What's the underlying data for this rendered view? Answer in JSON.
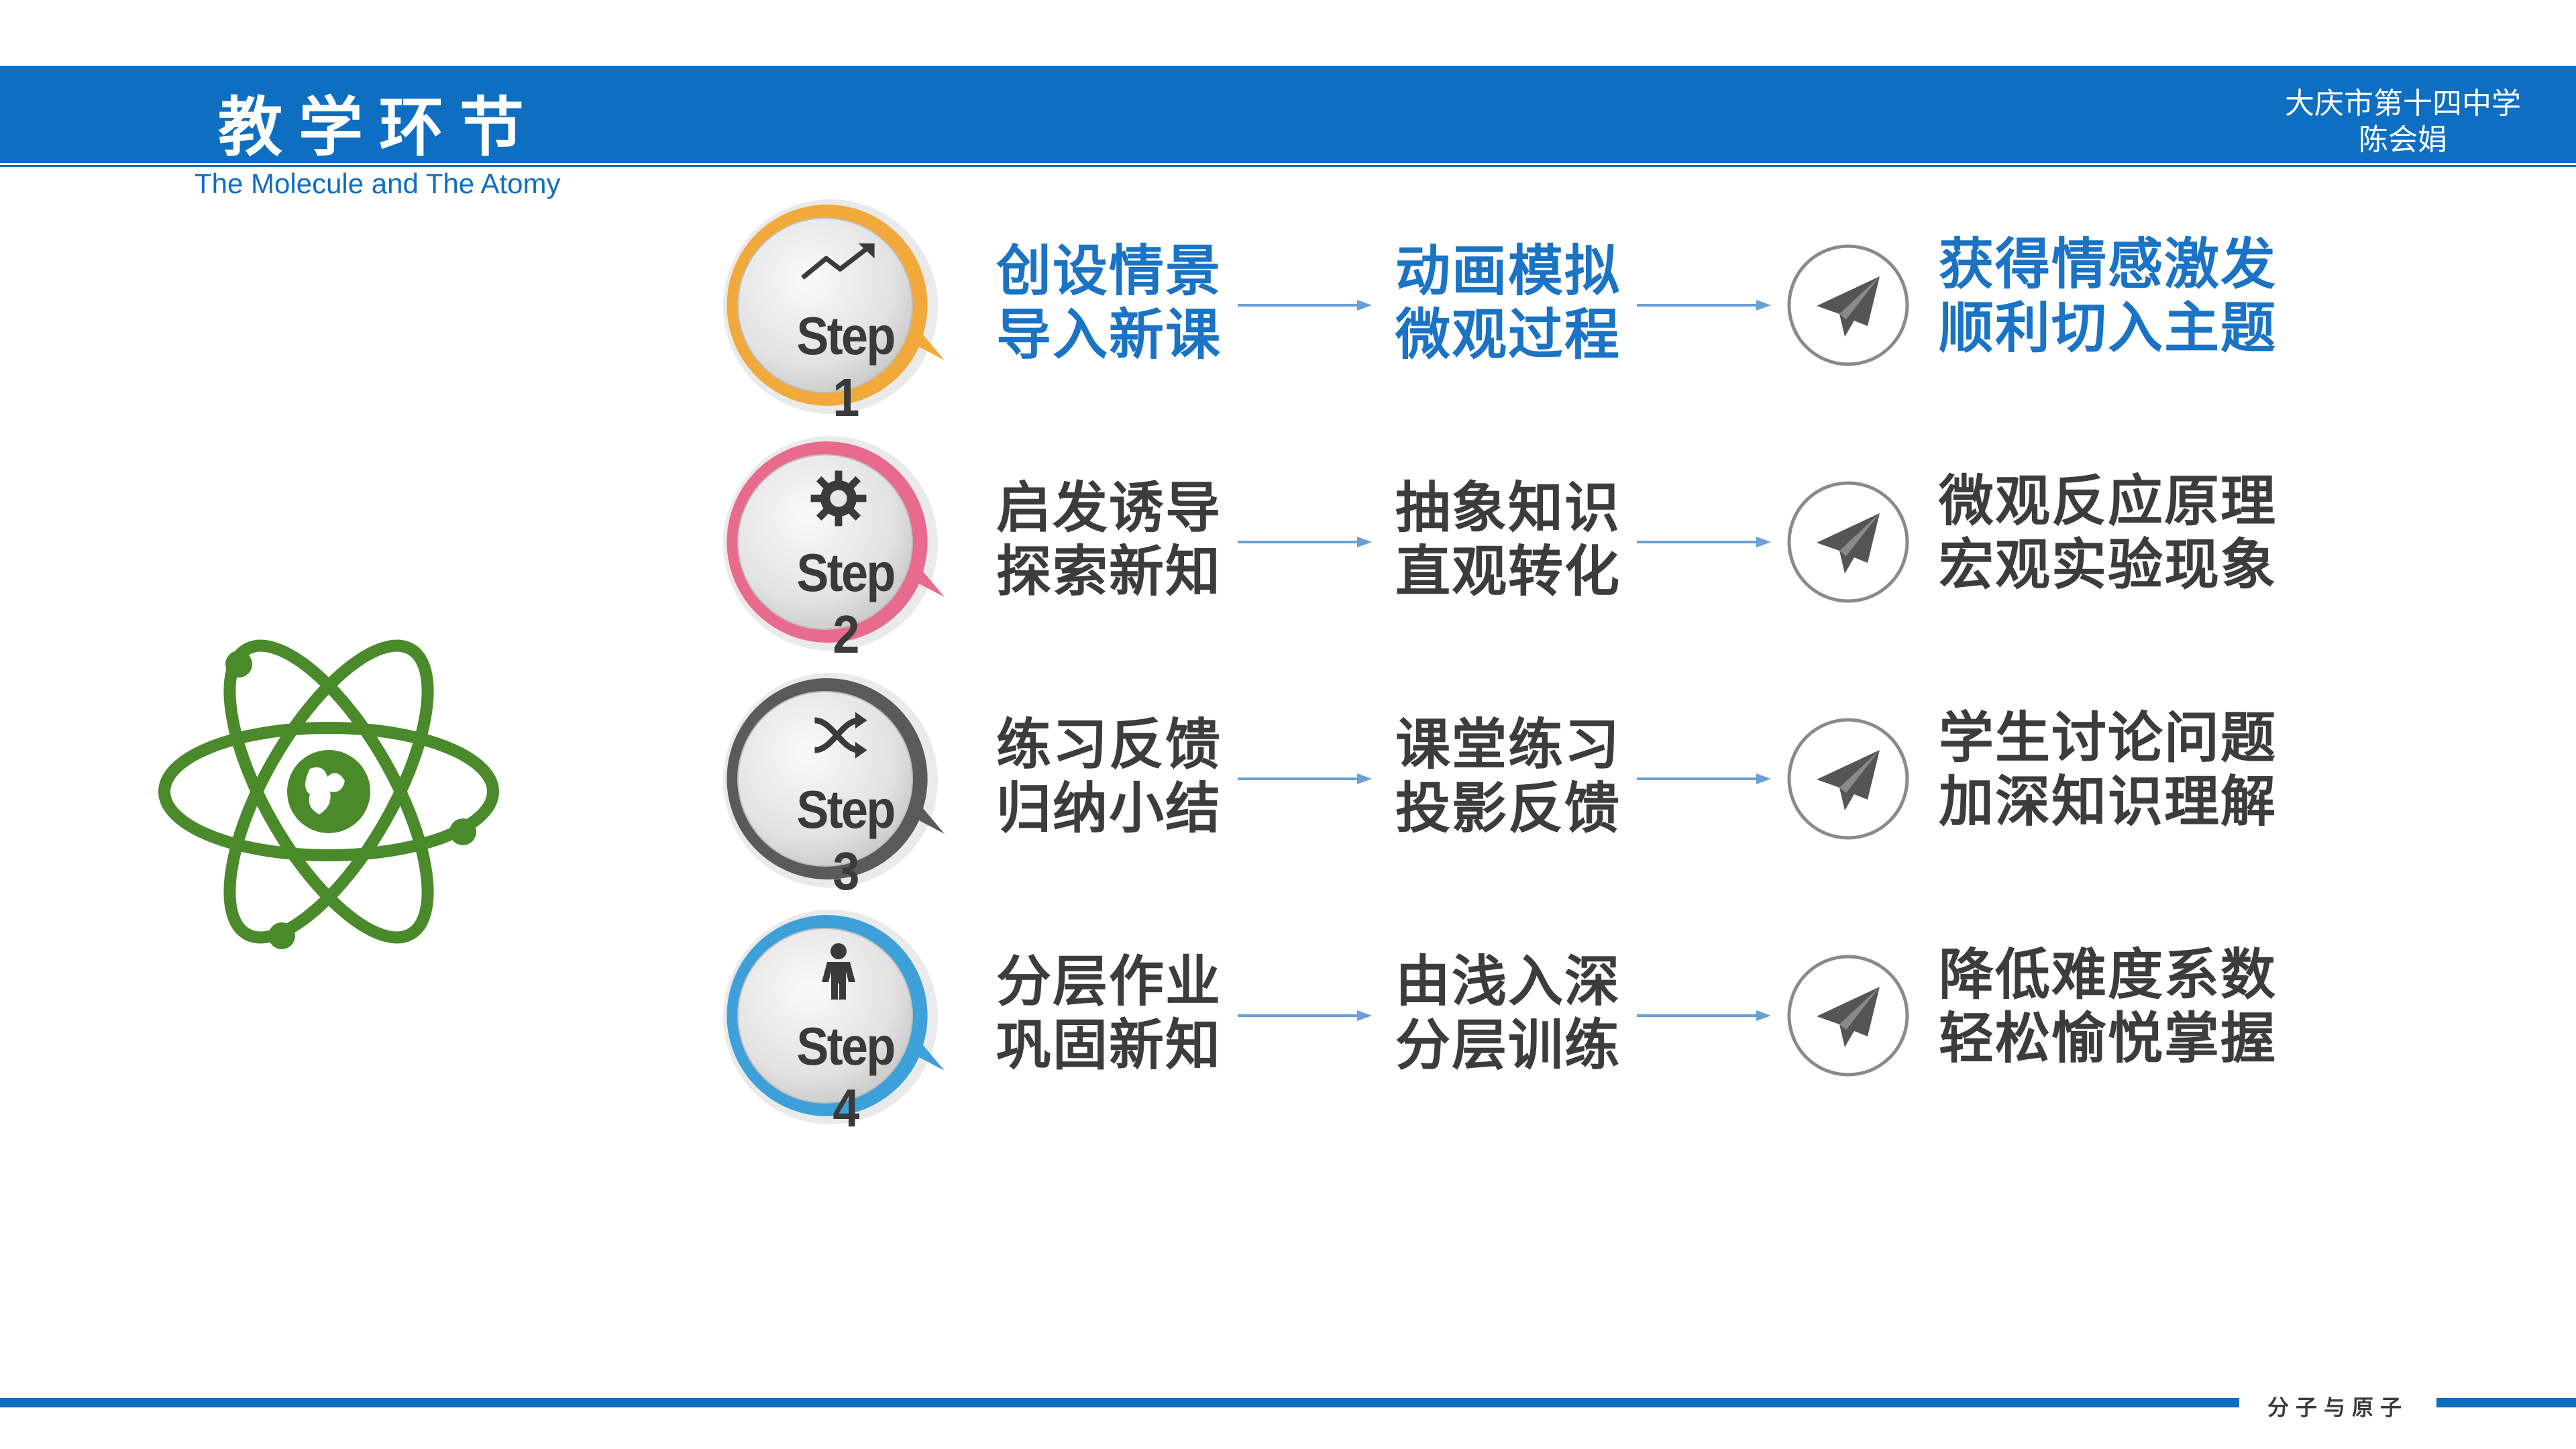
{
  "header": {
    "title": "教学环节",
    "subtitle": "The Molecule and The Atomy",
    "school": "大庆市第十四中学",
    "teacher": "陈会娟"
  },
  "colors": {
    "brand_blue": "#0e6ec2",
    "step1": "#f2a93b",
    "step2": "#e86a8d",
    "step3": "#5a5a5a",
    "step4": "#3ea0d8",
    "atom_green": "#4a8a2a",
    "text_dark": "#3c3c3c",
    "text_blue": "#1a73c4"
  },
  "steps": [
    {
      "label": "Step 1",
      "icon": "trend-arrow-icon",
      "col1": [
        "创设情景",
        "导入新课"
      ],
      "col2": [
        "动画模拟",
        "微观过程"
      ],
      "col3": [
        "获得情感激发",
        "顺利切入主题"
      ]
    },
    {
      "label": "Step 2",
      "icon": "gear-icon",
      "col1": [
        "启发诱导",
        "探索新知"
      ],
      "col2": [
        "抽象知识",
        "直观转化"
      ],
      "col3": [
        "微观反应原理",
        "宏观实验现象"
      ]
    },
    {
      "label": "Step 3",
      "icon": "shuffle-icon",
      "col1": [
        "练习反馈",
        "归纳小结"
      ],
      "col2": [
        "课堂练习",
        "投影反馈"
      ],
      "col3": [
        "学生讨论问题",
        "加深知识理解"
      ]
    },
    {
      "label": "Step 4",
      "icon": "person-icon",
      "col1": [
        "分层作业",
        "巩固新知"
      ],
      "col2": [
        "由浅入深",
        "分层训练"
      ],
      "col3": [
        "降低难度系数",
        "轻松愉悦掌握"
      ]
    }
  ],
  "footer": {
    "text": "分子与原子"
  },
  "icons": {
    "atom": "atom-icon",
    "plane": "paper-plane-icon",
    "arrow": "right-arrow-icon"
  }
}
